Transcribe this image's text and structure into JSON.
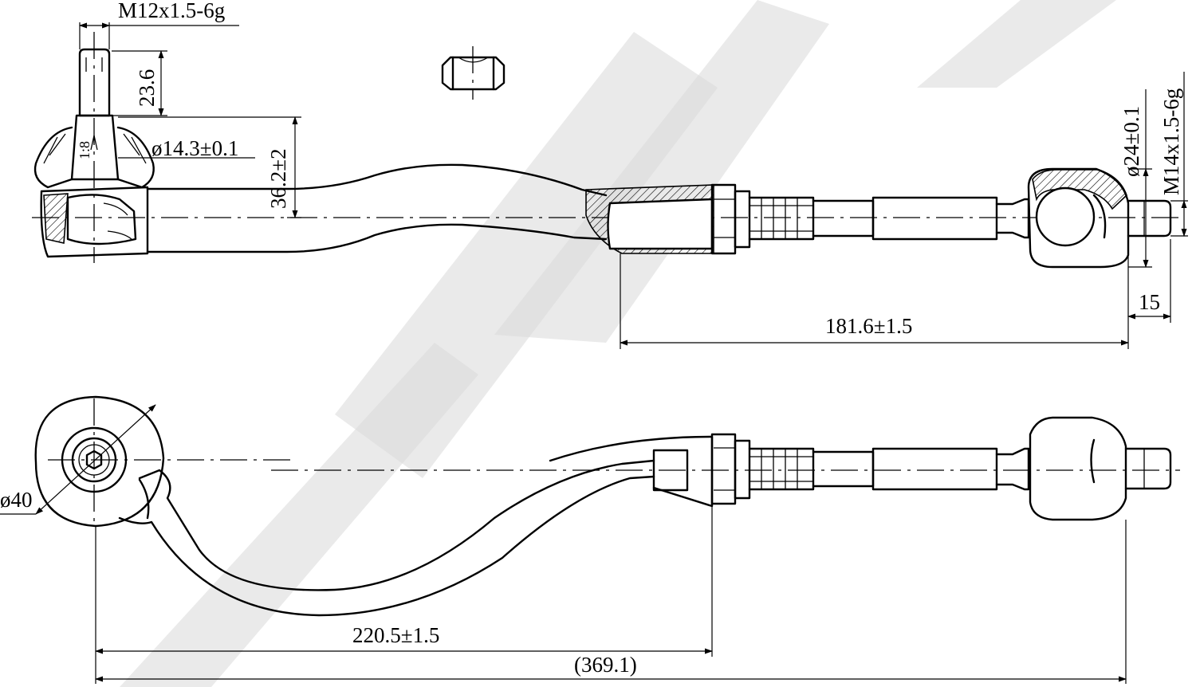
{
  "dimensions": {
    "top_thread": "M12x1.5-6g",
    "top_height": "23.6",
    "taper_ratio": "1:8",
    "stud_diameter": "ø14.3±0.1",
    "stud_offset": "36.2±2",
    "joint_diameter": "ø24±0.1",
    "end_thread": "M14x1.5-6g",
    "end_length": "15",
    "inner_length": "181.6±1.5",
    "eye_diameter": "ø40",
    "outer_length": "220.5±1.5",
    "overall_length": "(369.1)"
  }
}
